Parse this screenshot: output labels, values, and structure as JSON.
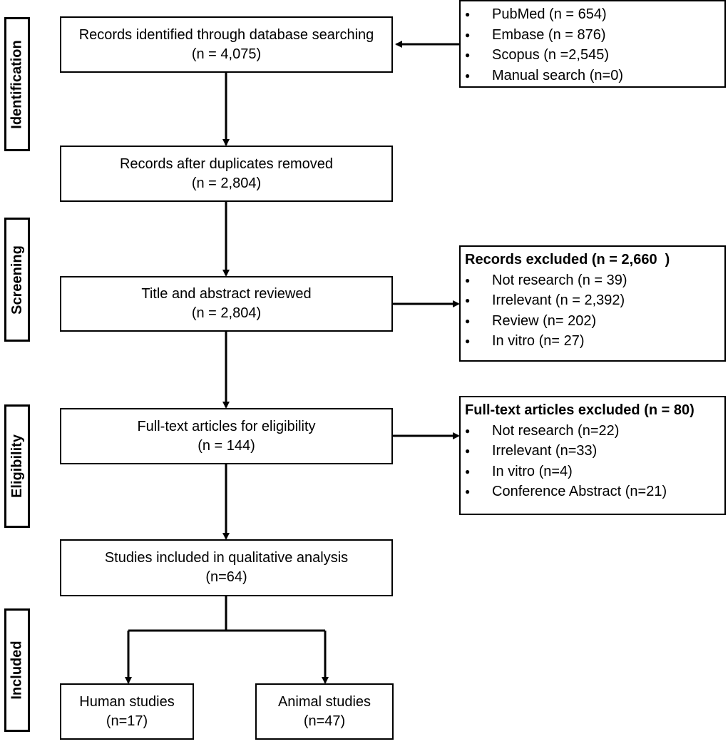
{
  "stages": {
    "identification": "Identification",
    "screening": "Screening",
    "eligibility": "Eligibility",
    "included": "Included"
  },
  "flow": {
    "identified": {
      "label": "Records identified through database searching",
      "count": "(n = 4,075)"
    },
    "dedup": {
      "label": "Records after duplicates removed",
      "count": "(n = 2,804)"
    },
    "screened": {
      "label": "Title and abstract reviewed",
      "count": "(n = 2,804)"
    },
    "fulltext": {
      "label": "Full-text articles for eligibility",
      "count": "(n = 144)"
    },
    "included": {
      "label": "Studies included in qualitative analysis",
      "count": "(n=64)"
    },
    "human": {
      "label": "Human studies",
      "count": "(n=17)"
    },
    "animal": {
      "label": "Animal studies",
      "count": "(n=47)"
    }
  },
  "sources": {
    "items": [
      "PubMed (n = 654)",
      "Embase (n = 876)",
      "Scopus (n =2,545)",
      "Manual search (n=0)"
    ]
  },
  "records_excluded": {
    "heading": "Records excluded (n = 2,660  )",
    "items": [
      "Not research (n = 39)",
      "Irrelevant (n = 2,392)",
      "Review (n= 202)",
      "In vitro (n= 27)"
    ]
  },
  "fulltext_excluded": {
    "heading": "Full-text articles excluded (n = 80)",
    "items": [
      "Not research (n=22)",
      "Irrelevant (n=33)",
      "In vitro (n=4)",
      "Conference Abstract (n=21)"
    ]
  }
}
